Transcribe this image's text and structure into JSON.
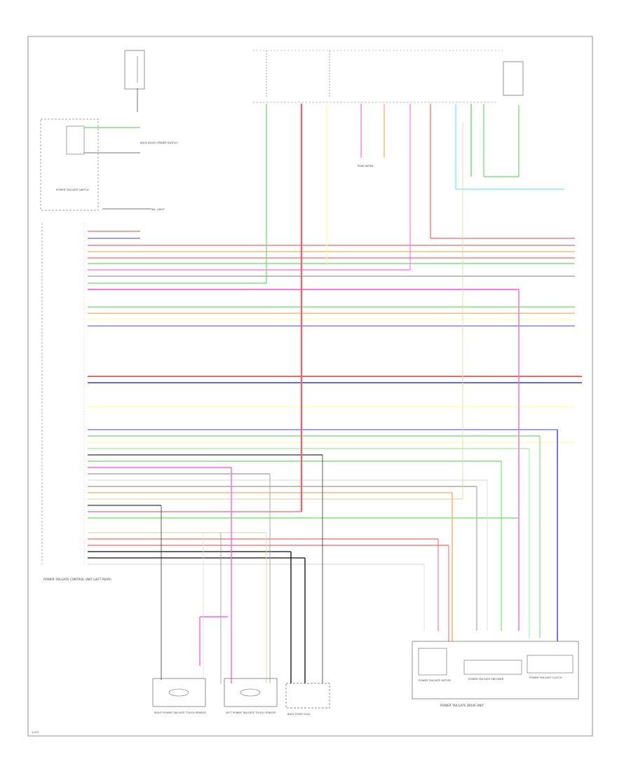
{
  "components": {
    "control_unit": "POWER TAILGATE CONTROL UNIT (LEFT REAR)",
    "back_door_lock": "BACK DOOR LOCK",
    "right_touch_sensor": "RIGHT POWER TAILGATE TOUCH SENSOR",
    "left_touch_sensor": "LEFT POWER TAILGATE TOUCH SENSOR",
    "tailgate_unit": "POWER TAILGATE DRIVE UNIT",
    "motor": "POWER TAILGATE MOTOR",
    "clutch": "POWER TAILGATE CLUTCH",
    "encoder": "POWER TAILGATE ENCODER",
    "combination_switch": "POWER TAILGATE SWITCH",
    "back_door_opener": "BACK DOOR OPENER SWITCH",
    "tail_light": "TAIL LIGHT",
    "rear_wiper": "REAR WIPER"
  },
  "page_marker": "1 of 2",
  "wire_colors": {
    "red": "#f0666e",
    "pink": "#ff66d6",
    "green": "#66dd66",
    "lt_green": "#99ee99",
    "blue": "#6666ee",
    "orange": "#ffaa55",
    "yellow": "#ffff99",
    "cyan": "#66eeff",
    "gray": "#999999",
    "tan": "#e8d8a8",
    "black": "#333333",
    "white": "#dddddd"
  }
}
